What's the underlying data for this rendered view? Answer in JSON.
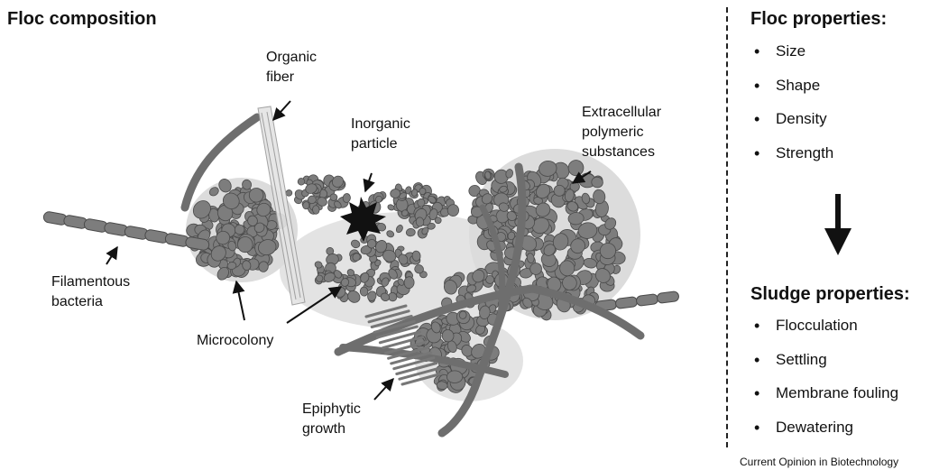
{
  "composition": {
    "title": "Floc composition",
    "labels": {
      "organic_fiber": [
        "Organic",
        "fiber"
      ],
      "inorganic_particle": [
        "Inorganic",
        "particle"
      ],
      "eps": [
        "Extracellular",
        "polymeric",
        "substances"
      ],
      "filamentous": [
        "Filamentous",
        "bacteria"
      ],
      "microcolony": [
        "Microcolony"
      ],
      "epiphytic": [
        "Epiphytic",
        "growth"
      ]
    }
  },
  "floc_properties": {
    "title": "Floc properties:",
    "items": [
      "Size",
      "Shape",
      "Density",
      "Strength"
    ]
  },
  "sludge_properties": {
    "title": "Sludge properties:",
    "items": [
      "Flocculation",
      "Settling",
      "Membrane fouling",
      "Dewatering"
    ]
  },
  "source": "Current Opinion in Biotechnology",
  "colors": {
    "cell_fill": "#7d7d7d",
    "cell_stroke": "#4a4a4a",
    "eps_fill": "#d9d9d9",
    "particle": "#111111"
  }
}
